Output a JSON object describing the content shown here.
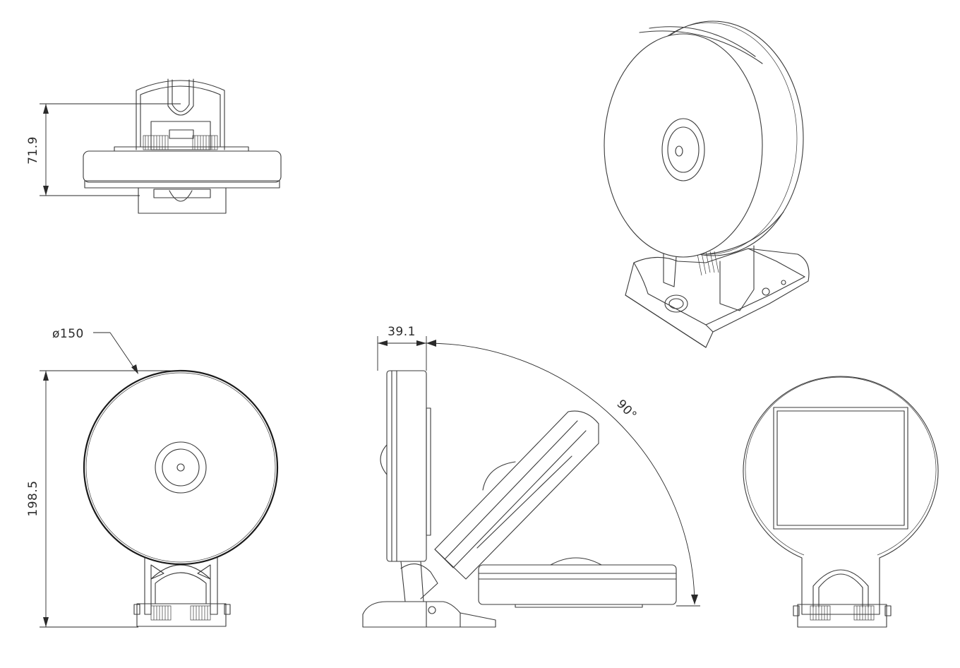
{
  "dimensions": {
    "top_view_height": "71.9",
    "front_view_diameter": "ø150",
    "front_view_height": "198.5",
    "side_view_depth": "39.1",
    "side_view_angle": "90°"
  }
}
